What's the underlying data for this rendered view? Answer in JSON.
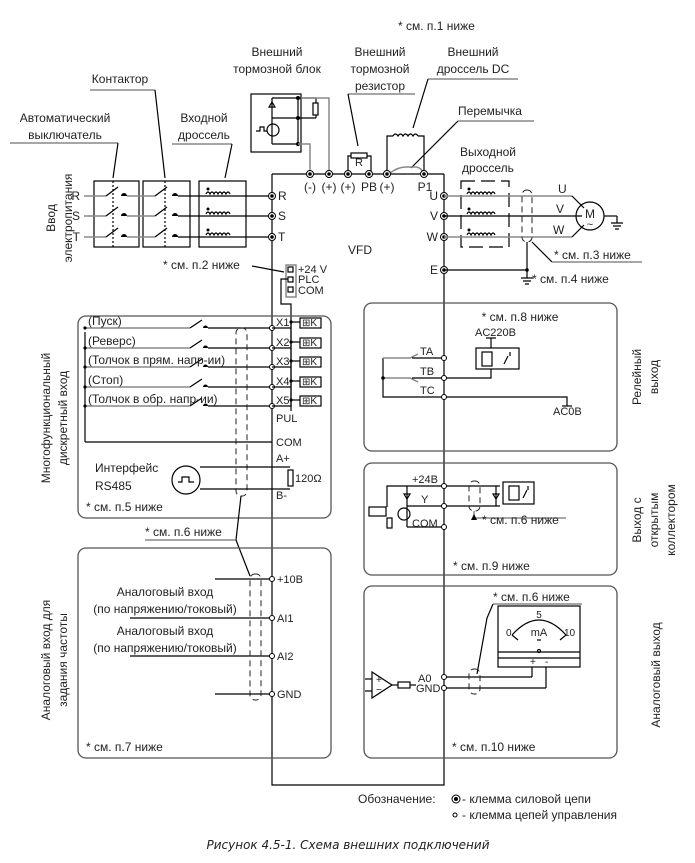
{
  "notes": {
    "n1": "* см. п.1 ниже",
    "n2": "* см. п.2 ниже",
    "n3": "* см. п.3 ниже",
    "n4": "* см. п.4 ниже",
    "n5": "* см. п.5 ниже",
    "n6a": "* см. п.6 ниже",
    "n6b": "* см. п.6 ниже",
    "n6c": "* см. п.6 ниже",
    "n7": "* см. п.7 ниже",
    "n8": "* см. п.8 ниже",
    "n9": "* см. п.9 ниже",
    "n10": "* см. п.10 ниже"
  },
  "top_labels": {
    "brake_unit": [
      "Внешний",
      "тормозной блок"
    ],
    "contactor": "Контактор",
    "breaker": [
      "Автоматический",
      "выключатель"
    ],
    "input_choke": [
      "Входной",
      "дроссель"
    ],
    "brake_resistor": [
      "Внешний",
      "тормозной",
      "резистор"
    ],
    "dc_choke": [
      "Внешний",
      "дроссель DC"
    ],
    "jumper": "Перемычка",
    "output_choke": [
      "Выходной",
      "дроссель"
    ]
  },
  "side_labels": {
    "power_input": [
      "Ввод",
      "электропитания"
    ],
    "digital_input": [
      "Многофункциональный",
      "дискретный вход"
    ],
    "analog_input": [
      "Аналоговый вход для",
      "задания частоты"
    ],
    "relay_output": [
      "Релейный",
      "выход"
    ],
    "oc_output": [
      "Выход с",
      "открытым",
      "коллектором"
    ],
    "analog_output": "Аналоговый выход"
  },
  "vfd_label": "VFD",
  "power_terminals": {
    "input": [
      "R",
      "S",
      "T"
    ],
    "output": [
      "U",
      "V",
      "W"
    ],
    "dc": [
      "(-)",
      "(+)",
      "(+)",
      "PB",
      "(+)",
      "P1"
    ],
    "earth": "E",
    "motor": "M",
    "motor_sub": "~",
    "motor_phases": [
      "U",
      "V",
      "W"
    ],
    "resistor": "R"
  },
  "plc_terminals": [
    "+24 V",
    "PLC",
    "COM"
  ],
  "digital_inputs": [
    {
      "label": "(Пуск)",
      "terminal": "X1"
    },
    {
      "label": "(Реверс)",
      "terminal": "X2"
    },
    {
      "label": "(Толчок в прям. напр-ии)",
      "terminal": "X3"
    },
    {
      "label": "(Стоп)",
      "terminal": "X4"
    },
    {
      "label": "(Толчок в обр. напр-ии)",
      "terminal": "X5"
    }
  ],
  "x5_sub": "PUL",
  "com_terminal": "COM",
  "rs485": {
    "label": [
      "Интерфейс",
      "RS485"
    ],
    "a": "A+",
    "b": "B-",
    "resistor": "120Ω"
  },
  "analog_inputs": {
    "plus10": "+10B",
    "ai1": "AI1",
    "ai2": "AI2",
    "gnd": "GND",
    "ai_label": [
      "Аналоговый вход",
      "(по напряжению/токовый)"
    ]
  },
  "relay": {
    "ta": "TA",
    "tb": "TB",
    "tc": "TC",
    "ac220": "AC220B",
    "ac0": "AC0B"
  },
  "oc": {
    "p24": "+24B",
    "y": "Y",
    "com": "COM"
  },
  "ao": {
    "a0": "A0",
    "gnd": "GND",
    "meter_unit": "mA",
    "meter_ticks": [
      "0",
      "5",
      "10"
    ],
    "plus": "+",
    "minus": "-"
  },
  "legend": {
    "title": "Обозначение:",
    "power": "- клемма силовой цепи",
    "control": "- клемма цепей управления"
  },
  "caption": "Рисунок 4.5-1. Схема внешних подключений"
}
